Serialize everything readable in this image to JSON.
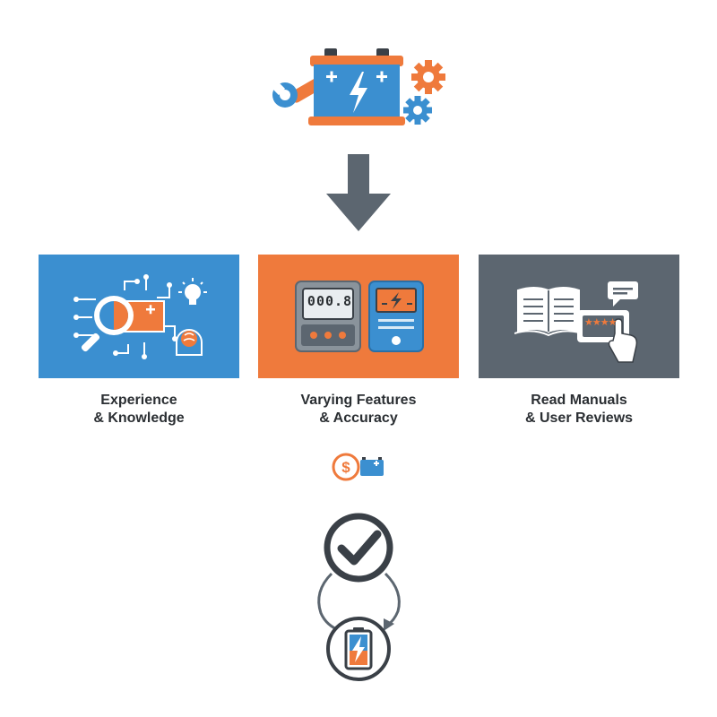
{
  "colors": {
    "blue": "#3b8fd0",
    "orange": "#ef7a3c",
    "slate": "#5c6670",
    "dark": "#3a4047",
    "text": "#2b2f33"
  },
  "cards": [
    {
      "line1": "Experience",
      "line2": "& Knowledge"
    },
    {
      "line1": "Varying Features",
      "line2": "& Accuracy"
    },
    {
      "line1": "Read Manuals",
      "line2": "& User Reviews"
    }
  ],
  "meter_readout": "000.8",
  "review_stars": "★★★★",
  "icons": {
    "top": "battery-repair-icon",
    "arrow": "arrow-down-icon",
    "card1": "battery-inspect-icon",
    "card2": "multimeter-icon",
    "card3": "manual-reviews-icon",
    "cost": "battery-cost-icon",
    "check": "checkmark-circle-icon",
    "bottom": "battery-charge-icon"
  }
}
